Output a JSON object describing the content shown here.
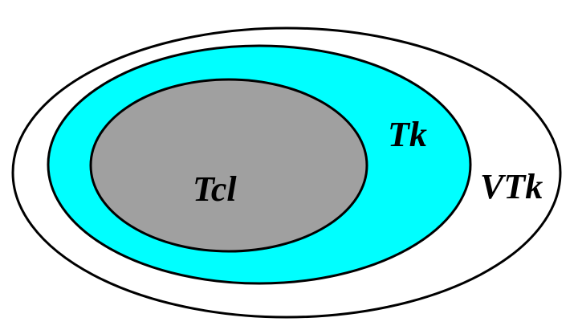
{
  "sets": [
    {
      "id": "vtk",
      "label": "VTk",
      "fill": "#ffffff",
      "stroke": "#000000"
    },
    {
      "id": "tk",
      "label": "Tk",
      "fill": "#00ffff",
      "stroke": "#000000"
    },
    {
      "id": "tcl",
      "label": "Tcl",
      "fill": "#a0a0a0",
      "stroke": "#000000"
    }
  ]
}
